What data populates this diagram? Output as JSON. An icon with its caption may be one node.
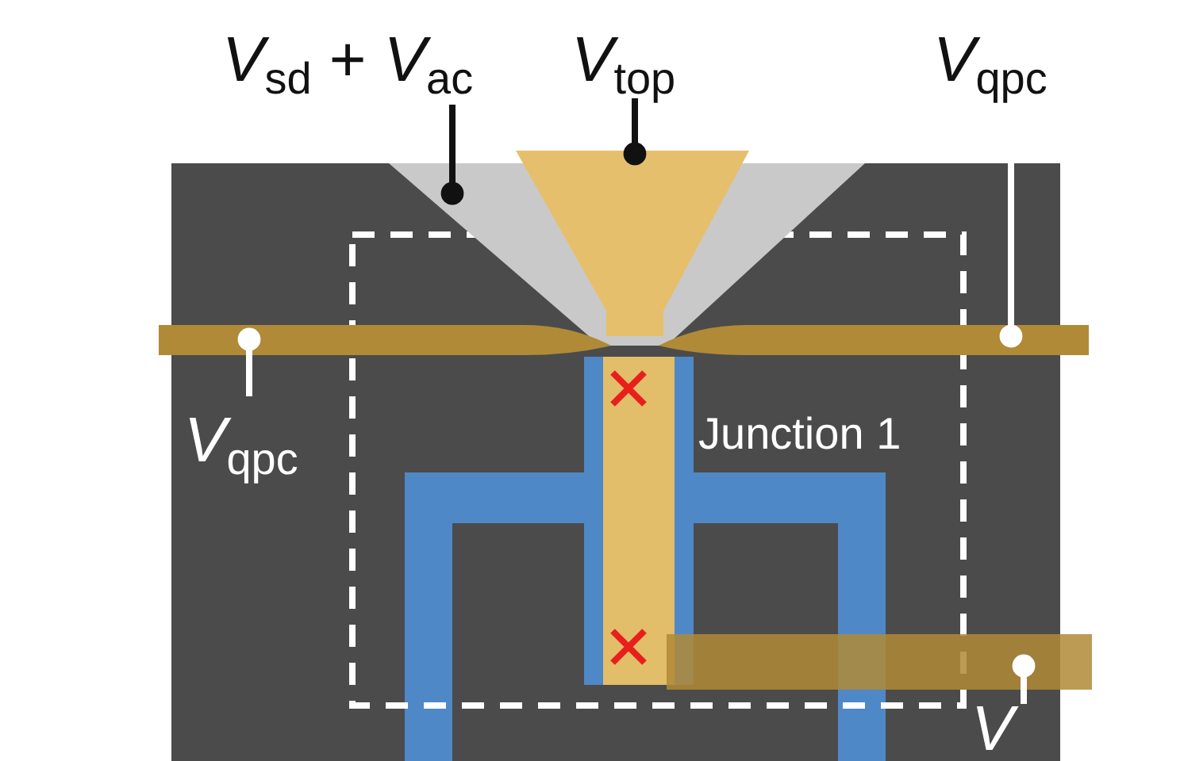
{
  "diagram": {
    "nodes": [
      {
        "text": [
          "*V*$_{sd}$ + *V*$_{ac}$"
        ]
      },
      {
        "text": [
          "*V*$_{top}$"
        ]
      },
      {
        "text": [
          "*V*$_{qpc}$"
        ]
      },
      {
        "text": [
          "*V*$_{qpc}$"
        ]
      },
      {
        "text": [
          "*V*"
        ]
      },
      {
        "text": [],
        "shape": "box"
      },
      {
        "text": [],
        "shape": "box"
      },
      {
        "text": [],
        "shape": "bar"
      },
      {
        "text": [],
        "shape": "bar"
      },
      {
        "text": [],
        "shape": "bar"
      }
    ],
    "edges": [
      {
        "from": 0,
        "to": 5,
        "arrow": "other",
        "color": "#111111"
      },
      {
        "from": 1,
        "to": 6,
        "arrow": "other",
        "color": "#111111"
      },
      {
        "from": 2,
        "to": 7,
        "arrow": "other"
      },
      {
        "from": 3,
        "to": 8,
        "arrow": "other"
      },
      {
        "from": 4,
        "to": 9,
        "arrow": "other"
      }
    ],
    "labels": [
      "Junction 1"
    ]
  }
}
